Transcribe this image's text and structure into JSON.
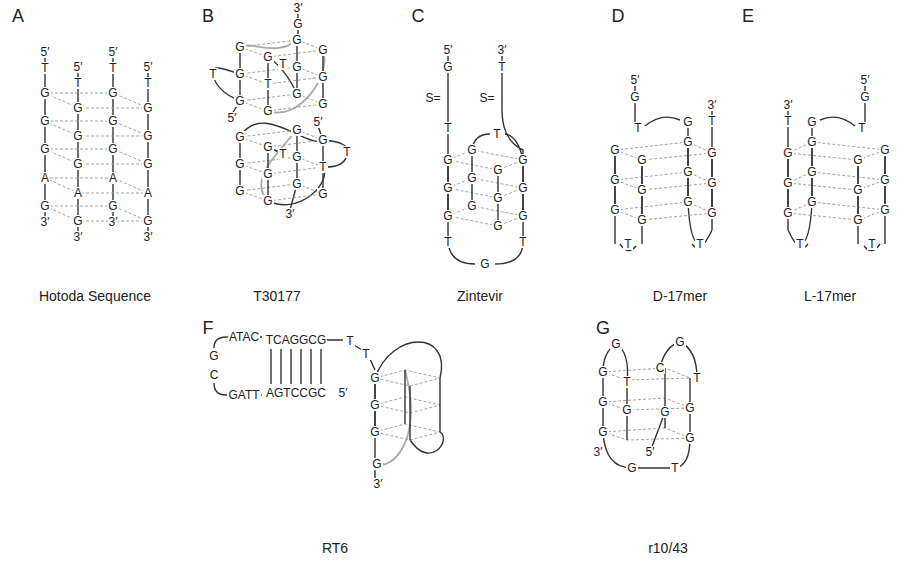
{
  "diagram": {
    "labels": [
      "A",
      "5′",
      "T",
      "G",
      "G",
      "G",
      "A",
      "G",
      "3′",
      "5′",
      "T",
      "G",
      "G",
      "G",
      "A",
      "G",
      "3′",
      "5′",
      "T",
      "G",
      "G",
      "G",
      "A",
      "G",
      "3′",
      "5′",
      "T",
      "G",
      "G",
      "G",
      "A",
      "G",
      "3′",
      "Hotoda Sequence",
      "B",
      "3′",
      "G",
      "G",
      "G",
      "G",
      "G",
      "G",
      "T",
      "G",
      "G",
      "G",
      "G",
      "G",
      "G",
      "T",
      "T",
      "5′",
      "G",
      "G",
      "G",
      "G",
      "G",
      "G",
      "T",
      "G",
      "G",
      "G",
      "G",
      "G",
      "T",
      "T",
      "5′",
      "3′",
      "T30177",
      "C",
      "5′",
      "G",
      "S=",
      "T",
      "G",
      "G",
      "G",
      "G",
      "G",
      "G",
      "G",
      "G",
      "G",
      "G",
      "G",
      "G",
      "T",
      "T",
      "G",
      "T",
      "3′",
      "T",
      "S=",
      "Zintevir",
      "D",
      "5′",
      "G",
      "T",
      "G",
      "G",
      "G",
      "G",
      "G",
      "G",
      "G",
      "G",
      "G",
      "G",
      "G",
      "G",
      "G",
      "3′",
      "T",
      "T",
      "T",
      "D-17mer",
      "E",
      "5′",
      "G",
      "T",
      "G",
      "G",
      "G",
      "G",
      "G",
      "G",
      "G",
      "G",
      "G",
      "G",
      "G",
      "G",
      "G",
      "3′",
      "T",
      "T",
      "T",
      "L-17mer",
      "F",
      "ATAC",
      "G",
      "C",
      "GATT",
      "TCAGGCG",
      "AGTCCGC",
      "5′",
      "T",
      "T",
      "G",
      "G",
      "G",
      "G",
      "3′",
      "RT6",
      "G",
      "G",
      "G",
      "T",
      "G",
      "G",
      "G",
      "3′",
      "G",
      "T",
      "G",
      "G",
      "G",
      "C",
      "G",
      "T",
      "5′",
      "r10/43"
    ]
  }
}
